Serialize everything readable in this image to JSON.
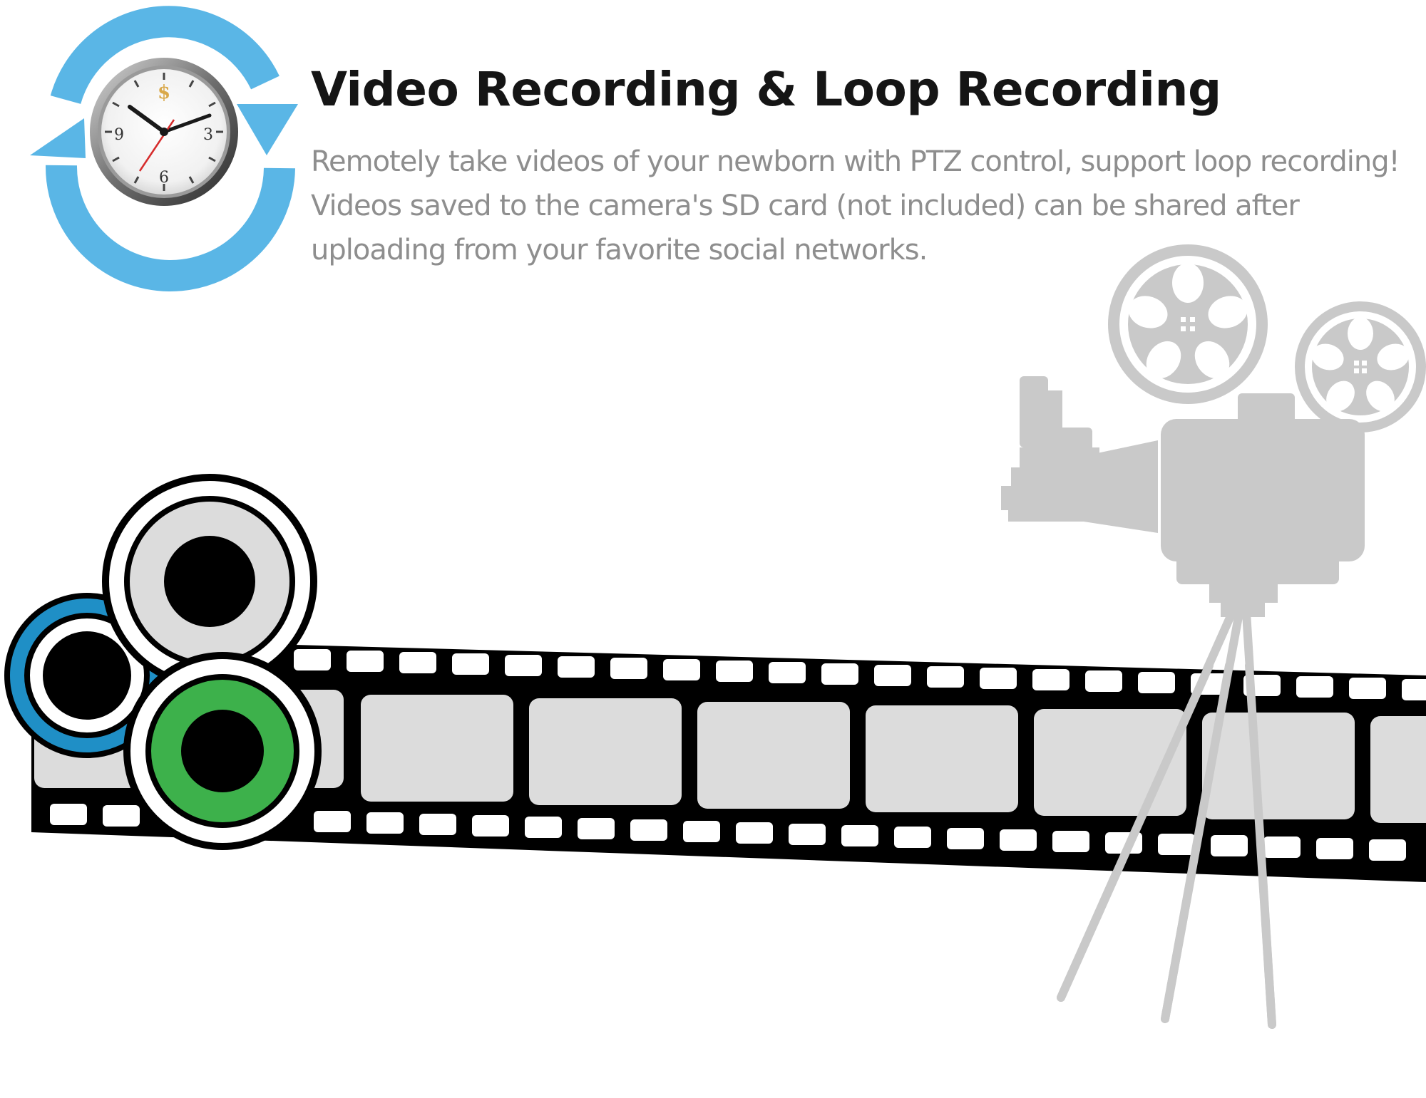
{
  "feature": {
    "title": "Video Recording & Loop Recording",
    "description_lines": [
      "Remotely take videos of your newborn with PTZ control, support loop recording!",
      "Videos saved to the camera's SD card (not  included) can be shared after",
      "uploading from your favorite social networks."
    ]
  },
  "clock": {
    "numerals": [
      "3",
      "6",
      "9"
    ],
    "emblem": "$"
  },
  "icons": {
    "loop": "loop-clock-icon",
    "camera": "movie-camera-icon",
    "reels": "film-reel-icon",
    "filmstrip": "film-strip-icon"
  },
  "colors": {
    "title": "#151515",
    "description": "#8e8e8e",
    "loop_arrows": "#5ab6e6",
    "camera_gray": "#c9c9c9",
    "reel_green": "#3db14b",
    "reel_blue": "#1f8fc6",
    "film_frame": "#dcdcdc"
  }
}
